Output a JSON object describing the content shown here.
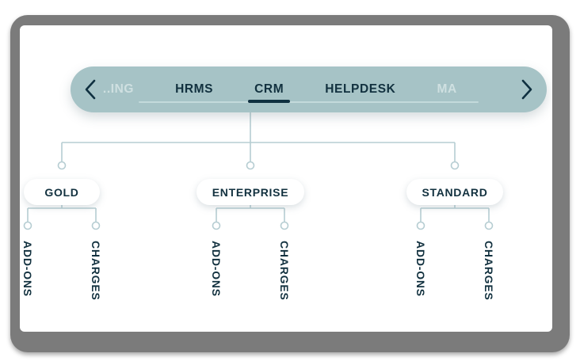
{
  "tabbar": {
    "prev_icon": "chevron-left-icon",
    "next_icon": "chevron-right-icon",
    "active_tab": "CRM",
    "tabs": [
      {
        "label": "...ING",
        "state": "clipped-faded"
      },
      {
        "label": "HRMS",
        "state": "inactive"
      },
      {
        "label": "CRM",
        "state": "active"
      },
      {
        "label": "HELPDESK",
        "state": "inactive"
      },
      {
        "label": "MA",
        "state": "clipped-faded"
      }
    ]
  },
  "tree": {
    "root": "CRM",
    "nodes": [
      {
        "label": "GOLD",
        "children": [
          {
            "label": "ADD-ONS"
          },
          {
            "label": "CHARGES"
          }
        ]
      },
      {
        "label": "ENTERPRISE",
        "children": [
          {
            "label": "ADD-ONS"
          },
          {
            "label": "CHARGES"
          }
        ]
      },
      {
        "label": "STANDARD",
        "children": [
          {
            "label": "ADD-ONS"
          },
          {
            "label": "CHARGES"
          }
        ]
      }
    ]
  },
  "colors": {
    "tabbar_bg": "#a6c3c6",
    "text_dark": "#12313f",
    "active_underline": "#0f3040",
    "connector": "#b6cdd2",
    "bezel": "#7b7b7b",
    "screen": "#ffffff"
  }
}
